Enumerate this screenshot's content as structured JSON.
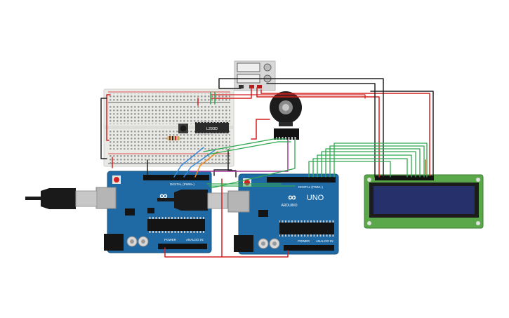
{
  "colors": {
    "background": "#ffffff",
    "arduino_board": "#1f6aa5",
    "breadboard": "#e9e9e6",
    "lcd_frame": "#5aa84a",
    "lcd_screen": "#26306a",
    "wire_red": "#d42020",
    "wire_black": "#222222",
    "wire_green": "#2fa84f",
    "wire_blue": "#3a8ad8",
    "wire_orange": "#f08a24",
    "wire_purple": "#a33a9a"
  },
  "components": {
    "breadboard": {
      "chip_label": "L293D"
    },
    "arduino_left": {
      "logo": "∞",
      "digital_label": "DIGITAL (PWM~)",
      "power_label": "POWER",
      "analog_label": "ANALOG IN"
    },
    "arduino_right": {
      "logo": "∞",
      "brand_text": "ARDUINO",
      "model_text": "UNO",
      "digital_label": "DIGITAL (PWM~)",
      "power_label": "POWER",
      "analog_label": "ANALOG IN"
    },
    "lcd": {
      "type": "16x2 LCD"
    },
    "motor": {
      "type": "DC motor with encoder"
    },
    "power_supply": {
      "type": "power supply"
    }
  }
}
